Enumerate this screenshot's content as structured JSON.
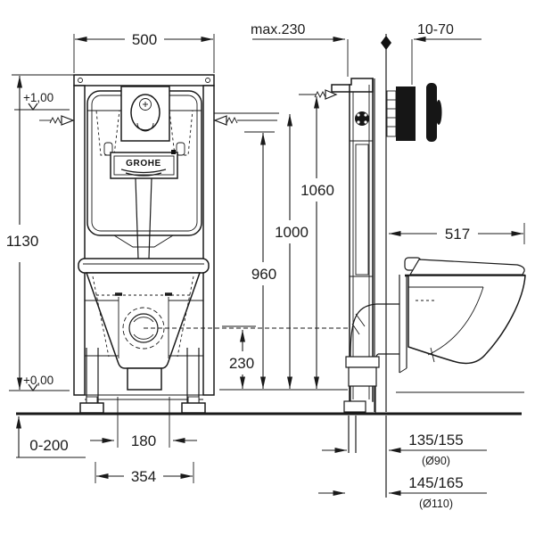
{
  "drawing_labels": {
    "front": {
      "width": "500",
      "height": "1130",
      "level_upper": "+1,00",
      "level_floor": "+0,00",
      "foot_adjust": "0-200",
      "outlet_spacing": "180",
      "foot_spacing": "354"
    },
    "heights": {
      "h1": "1060",
      "h2": "1000",
      "h3": "960",
      "h4": "230"
    },
    "side": {
      "depth": "max.230",
      "wall_gap": "10-70",
      "bowl_depth": "517",
      "drain_90": "135/155",
      "drain_90_dia": "(Ø90)",
      "drain_110": "145/165",
      "drain_110_dia": "(Ø110)"
    },
    "brand": "GROHE"
  },
  "colors": {
    "line": "#1a1a1a",
    "fill_dark": "#161616",
    "background": "#ffffff"
  }
}
